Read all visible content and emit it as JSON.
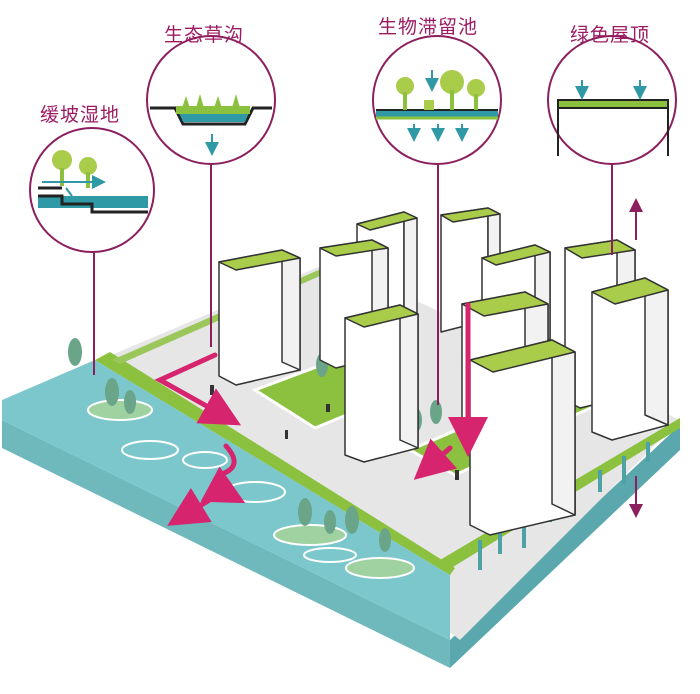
{
  "labels": {
    "slope_wetland": "缓坡湿地",
    "eco_swale": "生态草沟",
    "bioretention": "生物滞留池",
    "green_roof": "绿色屋顶"
  },
  "colors": {
    "callout": "#8c1f5e",
    "label": "#9c1b63",
    "flow_arrow": "#d6246e",
    "water": "#7cc7cc",
    "water_dark": "#2f9aa6",
    "grass": "#8cc13f",
    "roof": "#a9cc4a",
    "building": "#ffffff",
    "plaza": "#e4e4e4"
  }
}
